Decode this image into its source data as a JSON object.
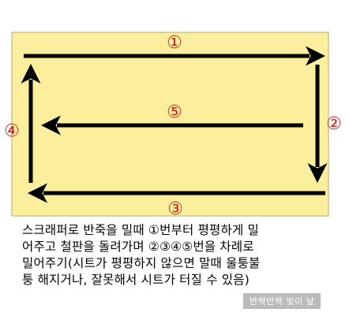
{
  "diagram": {
    "panel_color": "#fbef9e",
    "arrow_color": "#000000",
    "number_color": "#d21f1f",
    "steps": [
      {
        "label": "①",
        "direction": "right"
      },
      {
        "label": "②",
        "direction": "down"
      },
      {
        "label": "③",
        "direction": "left"
      },
      {
        "label": "④",
        "direction": "up"
      },
      {
        "label": "⑤",
        "direction": "left"
      }
    ]
  },
  "caption": {
    "lines": [
      "스크래퍼로 반죽을 밀때 ①번부터 평평하게 밀",
      "어주고 철판을 돌려가며 ②③④⑤번을 차례로",
      "밀어주기(시트가 평평하지 않으면 말때 울퉁불",
      "퉁 해지거나, 잘못해서 시트가 터질 수 있음)"
    ]
  },
  "watermark": {
    "text": "반짝반짝 빛이 날"
  }
}
